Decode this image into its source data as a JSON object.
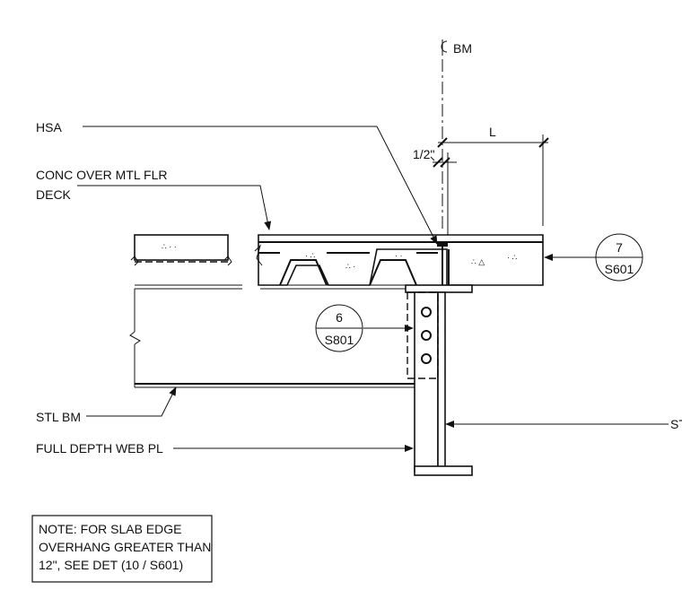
{
  "labels": {
    "centerline": "BM",
    "hsa": "HSA",
    "conc_line1": "CONC OVER MTL FLR",
    "conc_line2": "DECK",
    "stl_bm": "STL BM",
    "web_pl": "FULL DEPTH WEB PL",
    "dim_l": "L",
    "dim_half": "1/2\"",
    "st_cut": "ST"
  },
  "callouts": [
    {
      "num": "7",
      "sheet": "S601"
    },
    {
      "num": "6",
      "sheet": "S801"
    }
  ],
  "note": {
    "line1": "NOTE: FOR SLAB EDGE",
    "line2": "OVERHANG GREATER THAN",
    "line3": "12\", SEE DET (10 / S601)"
  }
}
